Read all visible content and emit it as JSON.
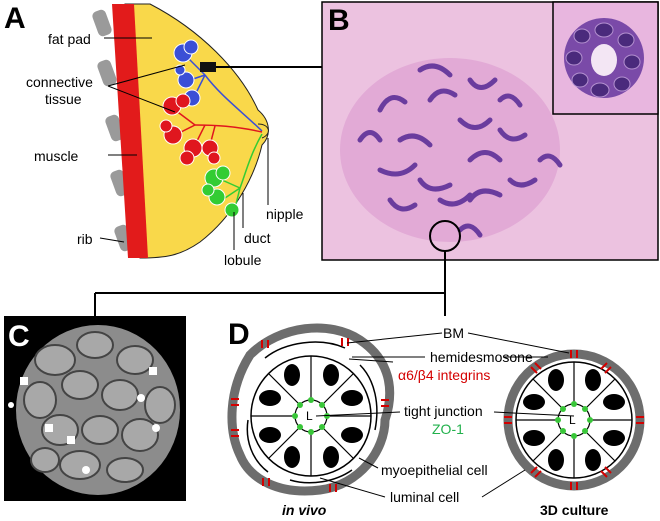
{
  "panels": {
    "a": {
      "letter": "A",
      "labels": {
        "fat_pad": "fat pad",
        "connective_tissue_1": "connective",
        "connective_tissue_2": "tissue",
        "muscle": "muscle",
        "rib": "rib",
        "nipple": "nipple",
        "duct": "duct",
        "lobule": "lobule"
      }
    },
    "b": {
      "letter": "B"
    },
    "c": {
      "letter": "C"
    },
    "d": {
      "letter": "D",
      "labels": {
        "bm": "BM",
        "hemidesmosome": "hemidesmosone",
        "integrins": "α6/β4 integrins",
        "tight_junction": "tight junction",
        "zo1": "ZO-1",
        "lumen": "L",
        "myoepithelial": "myoepithelial cell",
        "luminal": "luminal cell",
        "in_vivo": "in vivo",
        "culture": "3D culture"
      }
    }
  },
  "colors": {
    "fat": "#f9d84a",
    "muscle_red": "#e21b1b",
    "lobule_blue": "#3b4fd6",
    "lobule_red": "#e0161e",
    "lobule_green": "#33cc33",
    "bm_gray": "#6d6d6d",
    "integrin_red": "#d40000",
    "tight_green": "#39c639",
    "he_pink": "#e5a9d6",
    "he_purple": "#7a4aa8"
  }
}
